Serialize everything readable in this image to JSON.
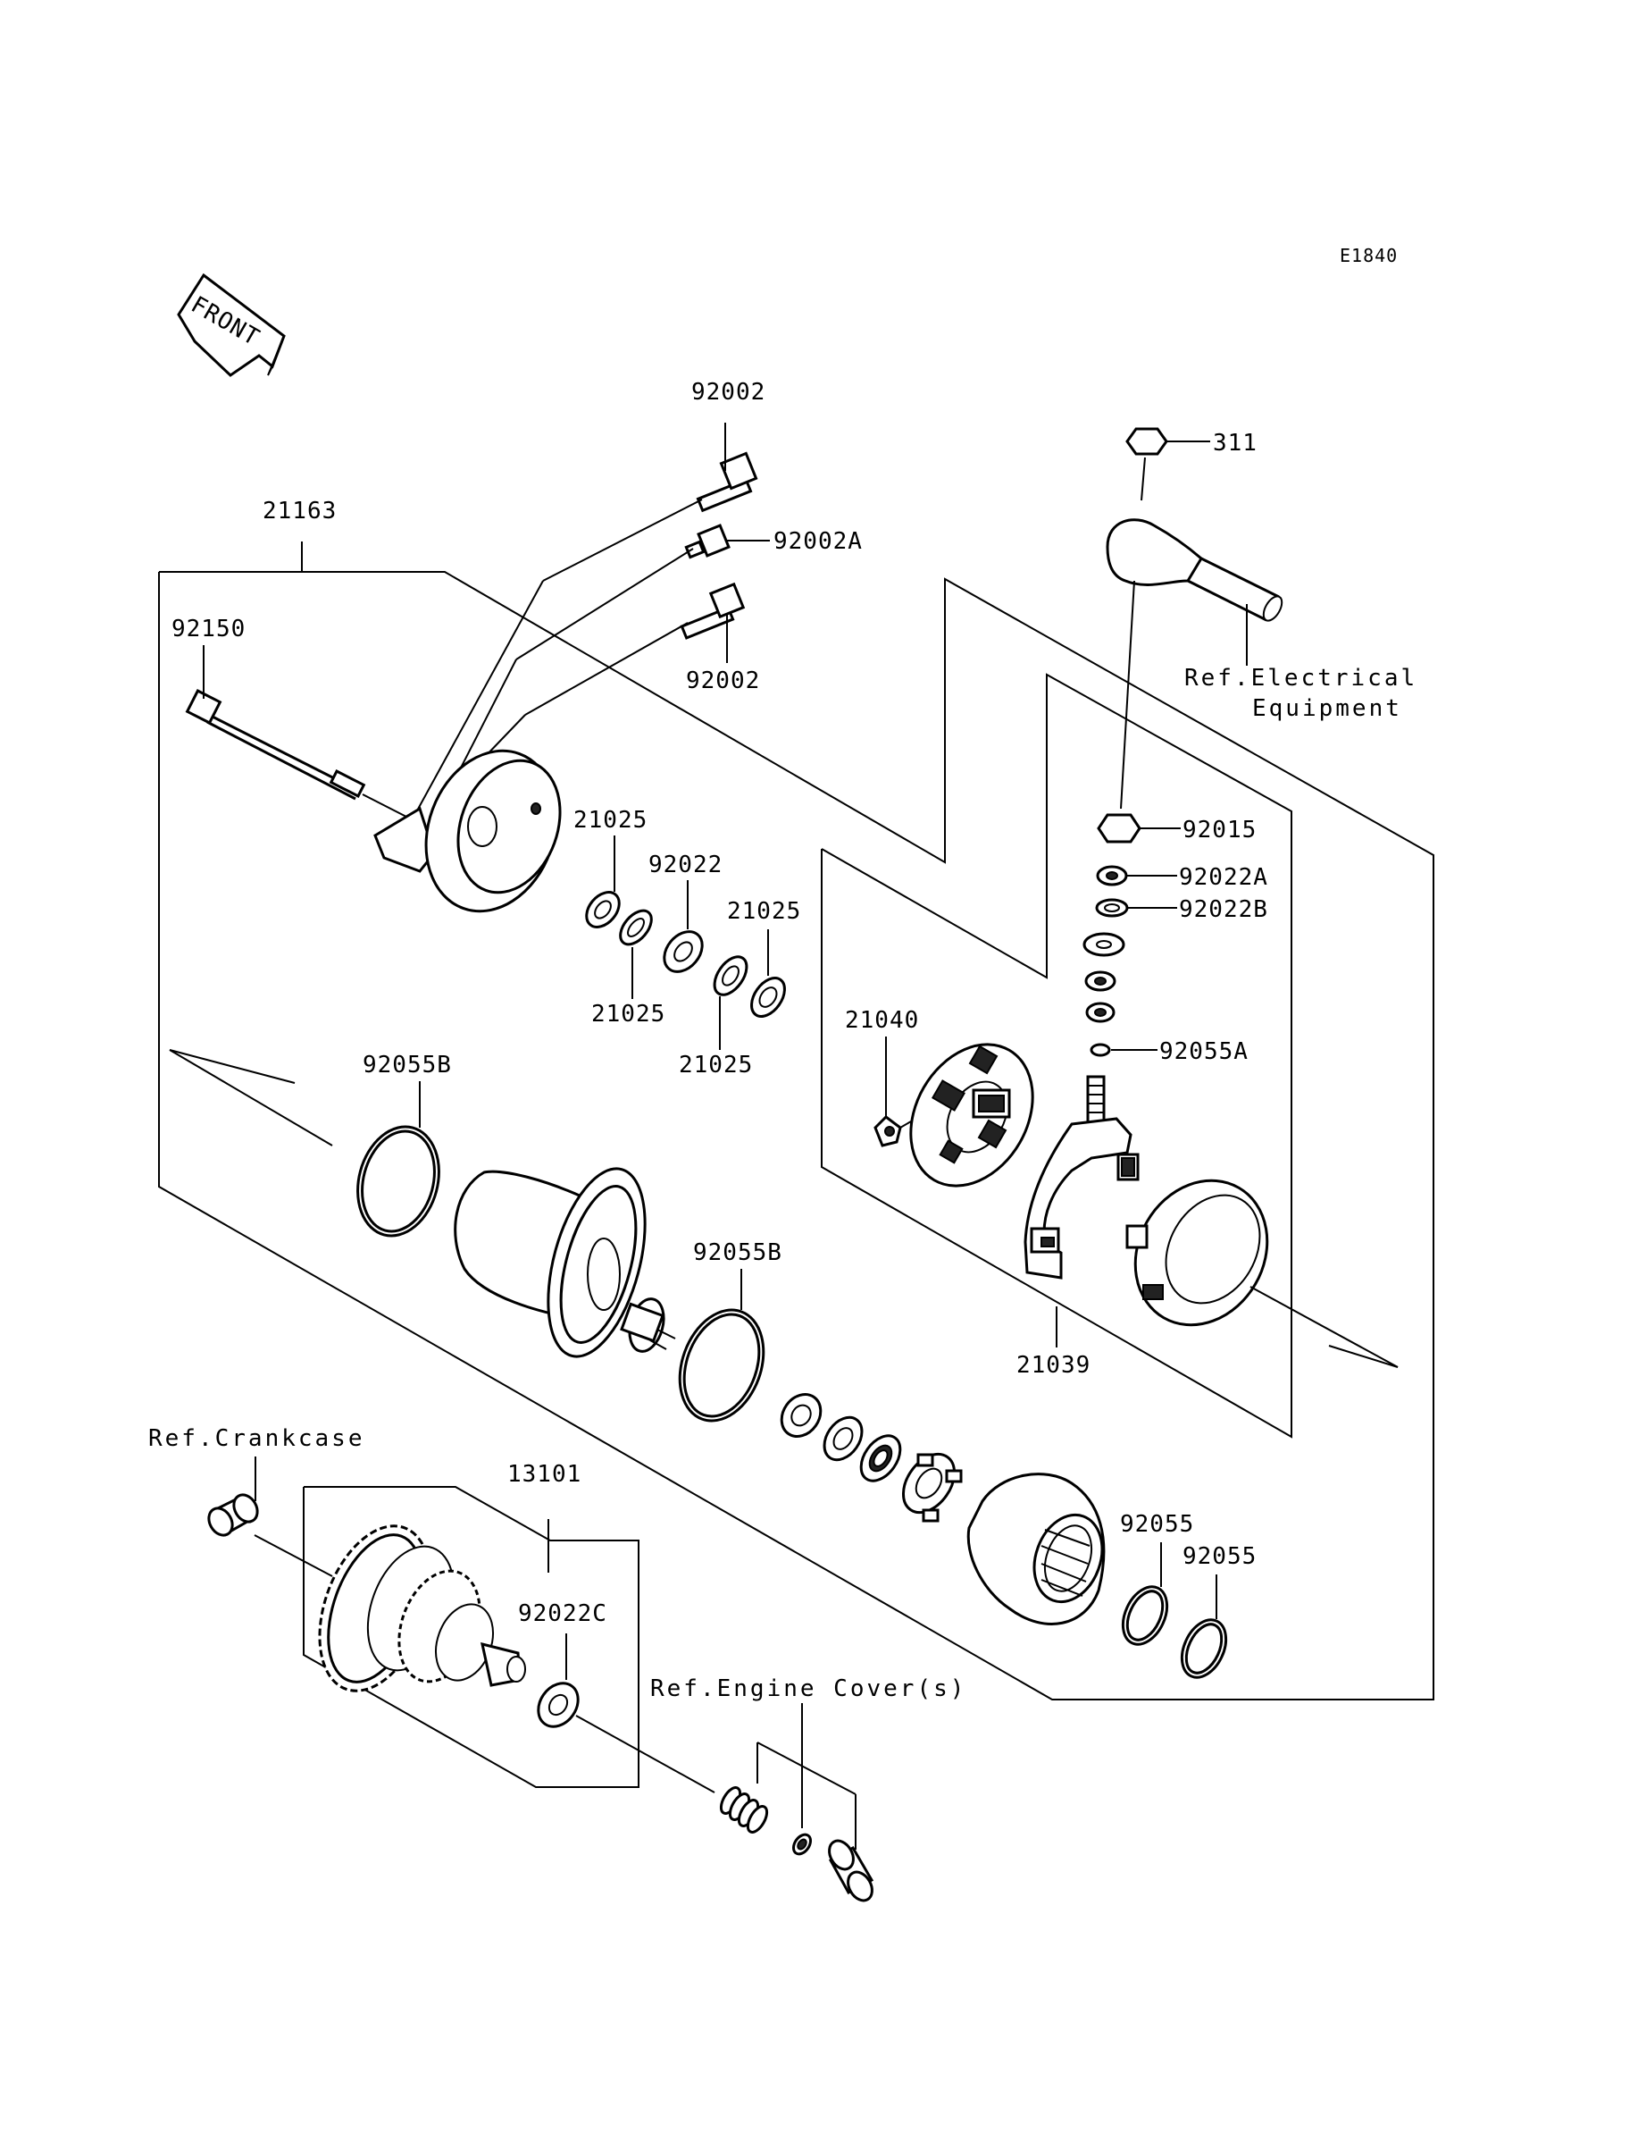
{
  "diagram_code": "E1840",
  "direction_label": "FRONT",
  "parts": {
    "p92002_top": "92002",
    "p92002A": "92002A",
    "p92002_low": "92002",
    "p21163": "21163",
    "p92150": "92150",
    "p311": "311",
    "p92015": "92015",
    "p92022A": "92022A",
    "p92022B": "92022B",
    "p92055A": "92055A",
    "p21025_a": "21025",
    "p92022": "92022",
    "p21025_b": "21025",
    "p21025_c": "21025",
    "p21025_d": "21025",
    "p21040": "21040",
    "p92055B_left": "92055B",
    "p92055B_mid": "92055B",
    "p21039": "21039",
    "p13101": "13101",
    "p92022C": "92022C",
    "p92055_a": "92055",
    "p92055_b": "92055"
  },
  "refs": {
    "electrical_line1": "Ref.Electrical",
    "electrical_line2": "Equipment",
    "crankcase": "Ref.Crankcase",
    "engine_cover": "Ref.Engine Cover(s)"
  }
}
